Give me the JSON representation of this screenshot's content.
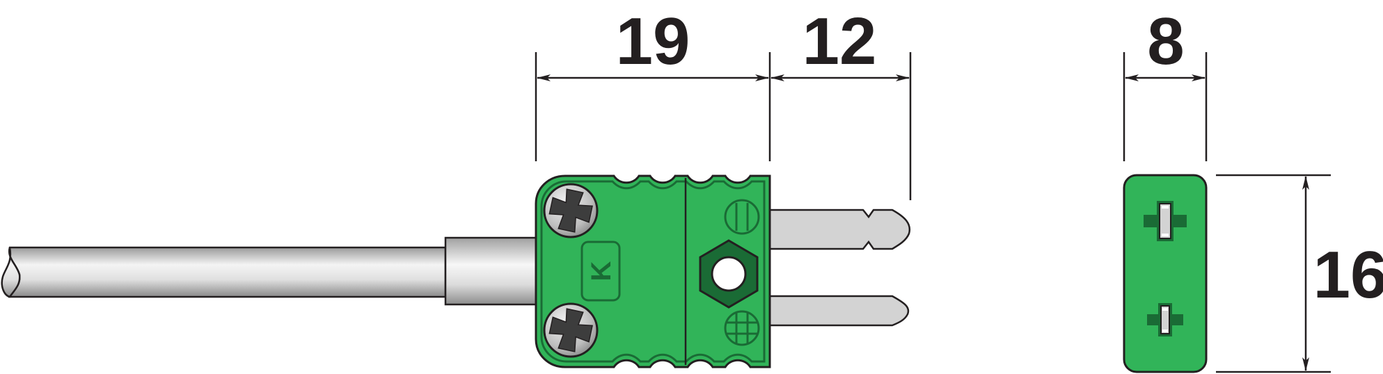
{
  "colors": {
    "connector_green": "#31b459",
    "connector_dark_green": "#1a6b35",
    "outline": "#231f20",
    "metal_light": "#f2f2f2",
    "metal_mid": "#c9c9c9",
    "pin_gray": "#d3d3d3",
    "screw_gray": "#3d3d3d",
    "background": "#ffffff"
  },
  "dimensions": {
    "body_length": "19",
    "pin_length": "12",
    "width": "8",
    "height": "16"
  },
  "connector": {
    "type_letter": "K"
  },
  "icons": [
    "screw-icon",
    "hex-nut-icon",
    "pin-polarity-symbol",
    "dimension-arrow"
  ]
}
